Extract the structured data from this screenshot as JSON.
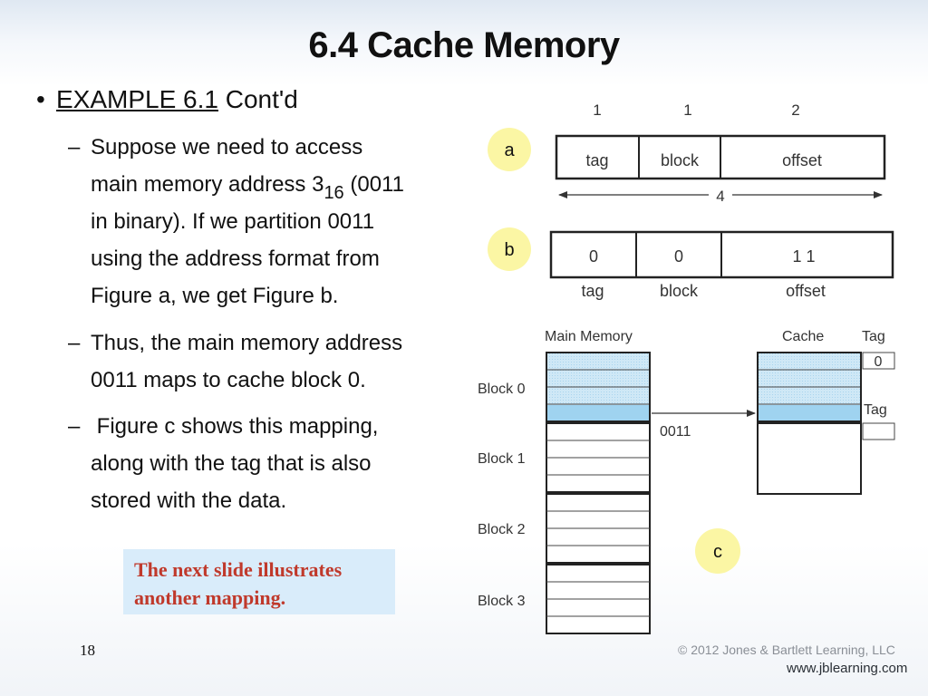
{
  "slide": {
    "title": "6.4 Cache Memory",
    "example_link": "EXAMPLE 6.1",
    "example_suffix": " Cont'd",
    "points": [
      {
        "lines": [
          "Suppose we need to access",
          "main memory address 3",
          "in binary). If we partition 0011",
          "using the address format from",
          "Figure a, we get Figure b."
        ],
        "subscript": "16",
        "after_subscript": " (0011"
      },
      {
        "lines": [
          "Thus, the main memory address",
          "0011 maps to cache block 0."
        ]
      },
      {
        "lines": [
          " Figure c shows this mapping,",
          "along with the tag that is also",
          "stored with the data."
        ]
      }
    ],
    "note_lines": [
      "The next slide illustrates",
      "another mapping."
    ],
    "page_number": "18",
    "copyright": "© 2012 Jones & Bartlett Learning, LLC",
    "website": "www.jblearning.com"
  },
  "figure_a": {
    "label": "a",
    "bit_counts": [
      "1",
      "1",
      "2"
    ],
    "fields": [
      "tag",
      "block",
      "offset"
    ],
    "total_bits": "4"
  },
  "figure_b": {
    "label": "b",
    "values": [
      "0",
      "0",
      "1 1"
    ],
    "fields": [
      "tag",
      "block",
      "offset"
    ]
  },
  "figure_c": {
    "label": "c",
    "main_memory_title": "Main Memory",
    "cache_title": "Cache",
    "tag_header": "Tag",
    "tag_value": "0",
    "tag_header_2": "Tag",
    "address": "0011",
    "blocks": [
      "Block 0",
      "Block 1",
      "Block 2",
      "Block 3"
    ]
  },
  "colors": {
    "highlight_fill": "#cfe8f6",
    "highlight_dark": "#9fd3f0",
    "label_circle": "#fbf6a4",
    "note_bg": "#d9ecfa",
    "note_text": "#c0392b"
  }
}
